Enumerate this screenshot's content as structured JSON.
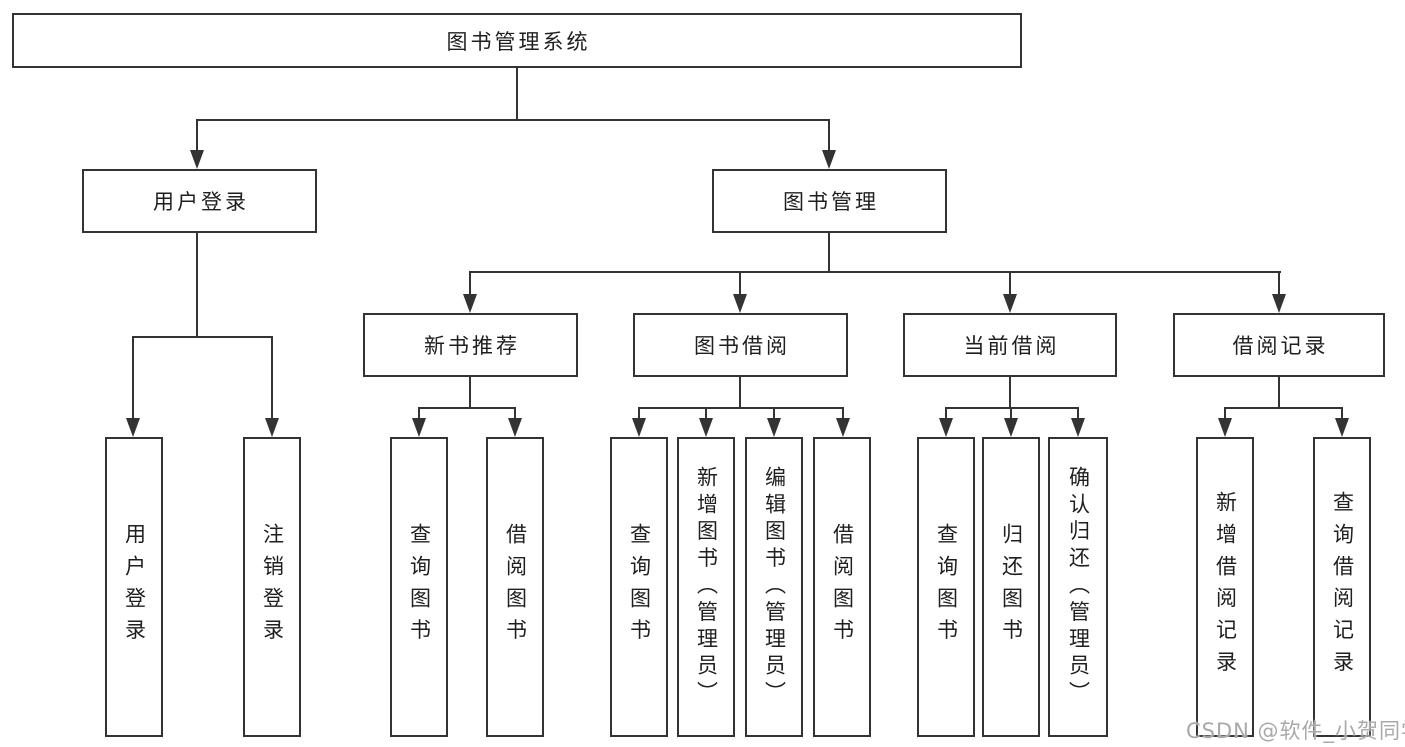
{
  "diagram": {
    "title": "图书管理系统",
    "root": {
      "label": "图书管理系统"
    },
    "level2": [
      {
        "label": "用户登录"
      },
      {
        "label": "图书管理"
      }
    ],
    "level3": [
      {
        "label": "新书推荐"
      },
      {
        "label": "图书借阅"
      },
      {
        "label": "当前借阅"
      },
      {
        "label": "借阅记录"
      }
    ],
    "leaves": [
      {
        "label": "用户登录",
        "parent": "用户登录"
      },
      {
        "label": "注销登录",
        "parent": "用户登录"
      },
      {
        "label": "查询图书",
        "parent": "新书推荐"
      },
      {
        "label": "借阅图书",
        "parent": "新书推荐"
      },
      {
        "label": "查询图书",
        "parent": "图书借阅"
      },
      {
        "label": "新增图书（管理员）",
        "parent": "图书借阅"
      },
      {
        "label": "编辑图书（管理员）",
        "parent": "图书借阅"
      },
      {
        "label": "借阅图书",
        "parent": "图书借阅"
      },
      {
        "label": "查询图书",
        "parent": "当前借阅"
      },
      {
        "label": "归还图书",
        "parent": "当前借阅"
      },
      {
        "label": "确认归还（管理员）",
        "parent": "当前借阅"
      },
      {
        "label": "新增借阅记录",
        "parent": "借阅记录"
      },
      {
        "label": "查询借阅记录",
        "parent": "借阅记录"
      }
    ]
  },
  "watermark": {
    "text": "CSDN @软件_小贺同学"
  },
  "colors": {
    "line": "#333333",
    "text": "#1f1f1f",
    "box_background": "#ffffff",
    "page_background": "#ffffff",
    "watermark": "#a9a9a9"
  }
}
